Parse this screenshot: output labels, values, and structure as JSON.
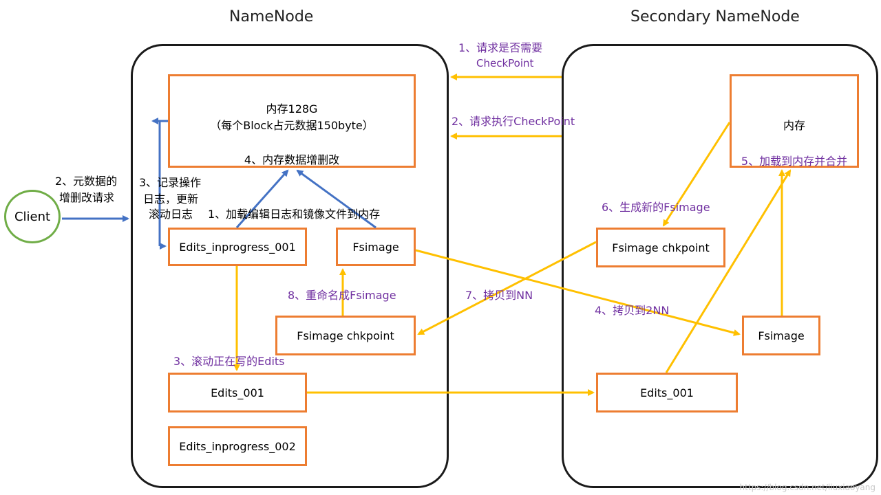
{
  "titles": {
    "namenode": "NameNode",
    "secondary": "Secondary NameNode"
  },
  "client": "Client",
  "nn_boxes": {
    "memory_line1": "内存128G",
    "memory_line2": "（每个Block占元数据150byte）",
    "memory_step": "4、内存数据增删改",
    "edits_inprogress_001": "Edits_inprogress_001",
    "fsimage": "Fsimage",
    "fsimage_chkpoint": "Fsimage chkpoint",
    "edits_001": "Edits_001",
    "edits_inprogress_002": "Edits_inprogress_002"
  },
  "snn_boxes": {
    "memory": "内存",
    "memory_step": "5、加载到内存并合并",
    "fsimage_chkpoint": "Fsimage chkpoint",
    "fsimage": "Fsimage",
    "edits_001": "Edits_001"
  },
  "labels": {
    "step2_line1": "2、元数据的",
    "step2_line2": "增删改请求",
    "step3_line1": "3、记录操作",
    "step3_line2": "日志，更新",
    "step3_line3": "滚动日志",
    "step1_load": "1、加载编辑日志和镜像文件到内存",
    "snn_step1_line1": "1、请求是否需要",
    "snn_step1_line2": "CheckPoint",
    "snn_step2": "2、请求执行CheckPoint",
    "step6": "6、生成新的Fsimage",
    "step7": "7、拷贝到NN",
    "step4_copy": "4、拷贝到2NN",
    "step8": "8、重命名成Fsimage",
    "step3_roll": "3、滚动正在写的Edits"
  },
  "watermark": "https://blog.csdn.net/liuxiaoyang",
  "colors": {
    "box_border": "#ed7d31",
    "yellow_arrow": "#ffc000",
    "blue_arrow": "#4472c4",
    "client_border": "#70ad47",
    "purple_text": "#7030a0"
  }
}
